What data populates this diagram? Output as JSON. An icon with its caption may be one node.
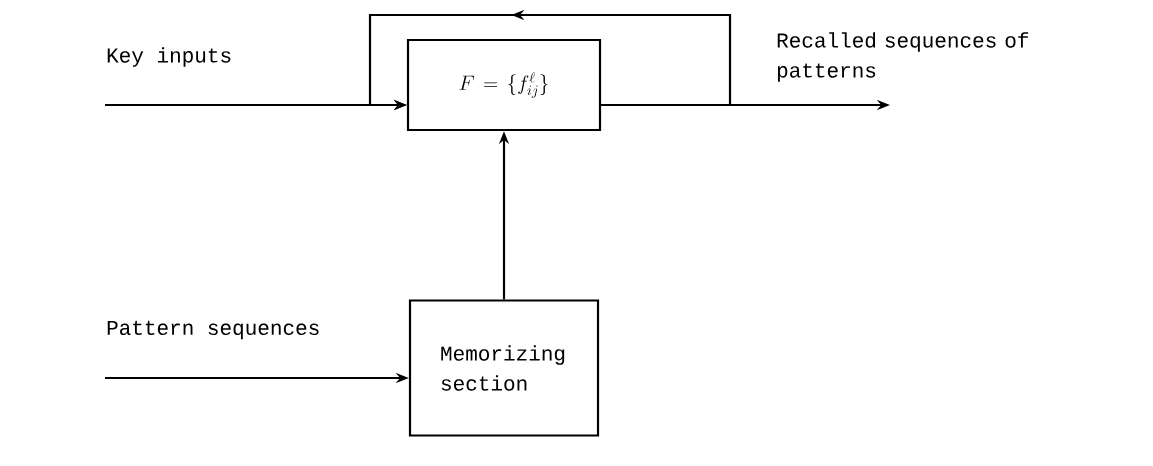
{
  "diagram": {
    "nodes": [
      {
        "text": [
          "F = \\{f_{ij}^{\\ell}\\}"
        ]
      },
      {
        "text": [
          "Memorizing section"
        ]
      }
    ],
    "edges": [
      {
        "from": null,
        "to": 0,
        "arrow": "to",
        "label": "Key inputs"
      },
      {
        "from": 0,
        "to": null,
        "arrow": "to",
        "label": "Recalled sequences of patterns"
      },
      {
        "from": 0,
        "to": 0,
        "arrow": "to"
      },
      {
        "from": 1,
        "to": 0,
        "arrow": "to"
      },
      {
        "from": null,
        "to": 1,
        "arrow": "to",
        "label": "Pattern sequences"
      }
    ]
  }
}
